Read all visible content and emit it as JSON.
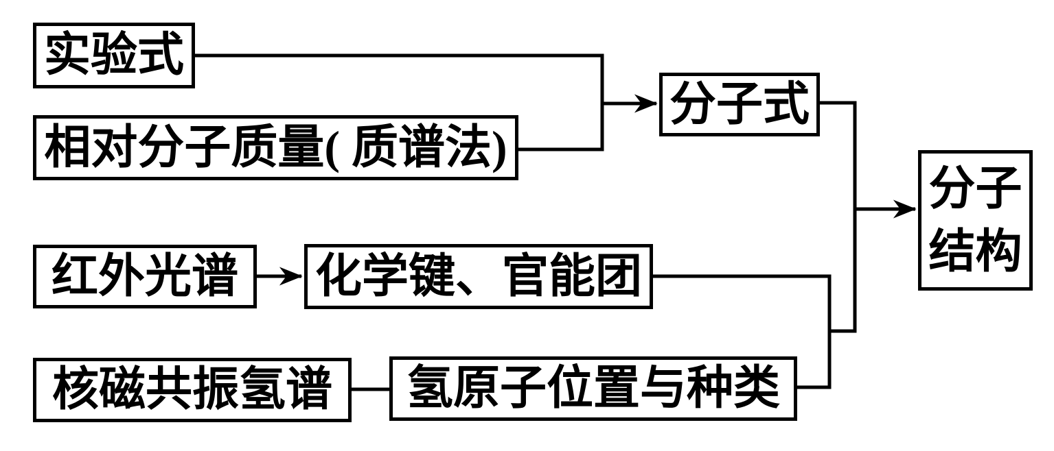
{
  "diagram": {
    "description": "Flowchart of determining organic molecular structure from spectra",
    "nodes": [
      {
        "id": "empirical-formula",
        "label": "实验式"
      },
      {
        "id": "relative-molecular-mass",
        "label": "相对分子质量( 质谱法)"
      },
      {
        "id": "molecular-formula",
        "label": "分子式"
      },
      {
        "id": "molecular-structure",
        "label": "分子结构"
      },
      {
        "id": "infrared-spectrum",
        "label": "红外光谱"
      },
      {
        "id": "bonds-functional-groups",
        "label": "化学键、官能团"
      },
      {
        "id": "nmr-hydrogen-spectrum",
        "label": "核磁共振氢谱"
      },
      {
        "id": "hydrogen-atom-position-type",
        "label": "氢原子位置与种类"
      }
    ],
    "edges": [
      {
        "from": "empirical-formula",
        "to": "molecular-formula",
        "arrow": true
      },
      {
        "from": "relative-molecular-mass",
        "to": "molecular-formula",
        "arrow": true
      },
      {
        "from": "infrared-spectrum",
        "to": "bonds-functional-groups",
        "arrow": true
      },
      {
        "from": "nmr-hydrogen-spectrum",
        "to": "hydrogen-atom-position-type",
        "arrow": false
      },
      {
        "from": "molecular-formula",
        "to": "molecular-structure",
        "arrow": true
      },
      {
        "from": "bonds-functional-groups",
        "to": "molecular-structure",
        "arrow": true
      },
      {
        "from": "hydrogen-atom-position-type",
        "to": "molecular-structure",
        "arrow": true
      }
    ],
    "colors": {
      "line": "#000000",
      "box_border": "#000000",
      "box_fill": "#ffffff",
      "text": "#000000",
      "background": "#ffffff"
    }
  }
}
